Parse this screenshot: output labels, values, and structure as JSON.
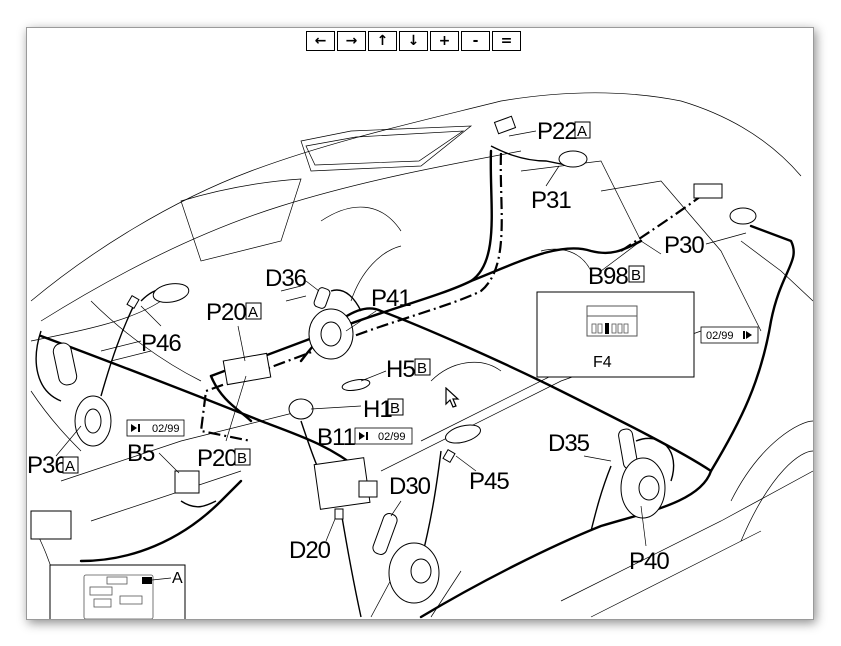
{
  "toolbar": {
    "buttons": [
      {
        "name": "pan-left",
        "icon": "arrow-left-icon",
        "glyph": "←"
      },
      {
        "name": "pan-right",
        "icon": "arrow-right-icon",
        "glyph": "→"
      },
      {
        "name": "pan-up",
        "icon": "arrow-up-icon",
        "glyph": "↑"
      },
      {
        "name": "pan-down",
        "icon": "arrow-down-icon",
        "glyph": "↓"
      },
      {
        "name": "zoom-in",
        "icon": "plus-icon",
        "glyph": "+"
      },
      {
        "name": "zoom-out",
        "icon": "minus-icon",
        "glyph": "-"
      },
      {
        "name": "zoom-reset",
        "icon": "equals-icon",
        "glyph": "="
      }
    ]
  },
  "diagram": {
    "labels": {
      "p22": {
        "code": "P22",
        "variant": "A"
      },
      "p31": {
        "code": "P31"
      },
      "p30": {
        "code": "P30"
      },
      "b98": {
        "code": "B98",
        "variant": "B"
      },
      "d36": {
        "code": "D36"
      },
      "p41": {
        "code": "P41"
      },
      "p20a": {
        "code": "P20",
        "variant": "A"
      },
      "p46": {
        "code": "P46"
      },
      "h5": {
        "code": "H5",
        "variant": "B"
      },
      "h1": {
        "code": "H1",
        "variant": "B"
      },
      "b11": {
        "code": "B11"
      },
      "p36": {
        "code": "P36",
        "variant": "A"
      },
      "b5": {
        "code": "B5"
      },
      "p20b": {
        "code": "P20",
        "variant": "B"
      },
      "d35": {
        "code": "D35"
      },
      "p45": {
        "code": "P45"
      },
      "d30": {
        "code": "D30"
      },
      "d20": {
        "code": "D20"
      },
      "p40": {
        "code": "P40"
      }
    },
    "date_badges": {
      "b11": {
        "text": "02/99",
        "direction": "from",
        "icon": "play-from-icon"
      },
      "b5": {
        "text": "02/99",
        "direction": "from",
        "icon": "play-from-icon"
      },
      "right": {
        "text": "02/99",
        "direction": "until",
        "icon": "play-until-icon"
      }
    },
    "fuse_inset": {
      "label": "F4"
    },
    "location_inset": {
      "label": "A"
    }
  }
}
